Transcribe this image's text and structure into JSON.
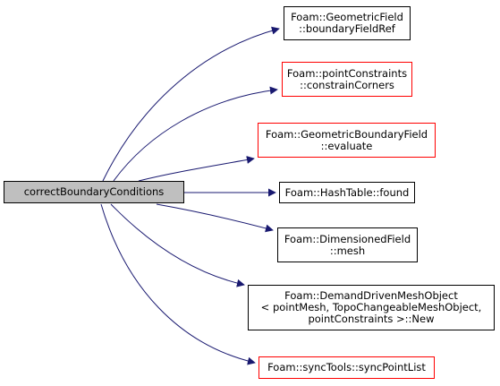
{
  "colors": {
    "edge": "#191970",
    "root_fill": "#bfbfbf",
    "external_border": "#ff0000",
    "internal_border": "#000000"
  },
  "root": {
    "id": "root",
    "lines": [
      "correctBoundaryConditions"
    ]
  },
  "callees": [
    {
      "id": "n1",
      "lines": [
        "Foam::GeometricField",
        "::boundaryFieldRef"
      ],
      "border": "black"
    },
    {
      "id": "n2",
      "lines": [
        "Foam::pointConstraints",
        "::constrainCorners"
      ],
      "border": "red"
    },
    {
      "id": "n3",
      "lines": [
        "Foam::GeometricBoundaryField",
        "::evaluate"
      ],
      "border": "red"
    },
    {
      "id": "n4",
      "lines": [
        "Foam::HashTable::found"
      ],
      "border": "black"
    },
    {
      "id": "n5",
      "lines": [
        "Foam::DimensionedField",
        "::mesh"
      ],
      "border": "black"
    },
    {
      "id": "n6",
      "lines": [
        "Foam::DemandDrivenMeshObject",
        "< pointMesh, TopoChangeableMeshObject,",
        "pointConstraints >::New"
      ],
      "border": "black"
    },
    {
      "id": "n7",
      "lines": [
        "Foam::syncTools::syncPointList"
      ],
      "border": "red"
    }
  ]
}
